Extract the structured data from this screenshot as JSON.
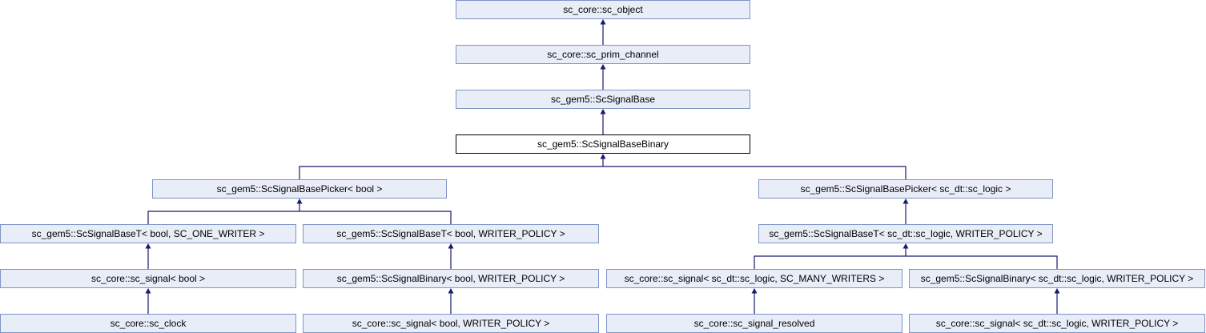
{
  "diagram": {
    "kind": "class-inheritance-graph",
    "current_class": "sc_gem5::ScSignalBaseBinary",
    "colors": {
      "node_fill": "#E8EDF7",
      "node_border": "#7E95C5",
      "current_node_fill": "#FFFFFF",
      "current_node_border": "#000000",
      "edge": "#191970",
      "text": "#000000",
      "background": "#FFFFFF"
    },
    "nodes": [
      {
        "label": "sc_core::sc_object"
      },
      {
        "label": "sc_core::sc_prim_channel"
      },
      {
        "label": "sc_gem5::ScSignalBase"
      },
      {
        "label": "sc_gem5::ScSignalBaseBinary",
        "current": true
      },
      {
        "label": "sc_gem5::ScSignalBasePicker< bool >"
      },
      {
        "label": "sc_gem5::ScSignalBasePicker< sc_dt::sc_logic >"
      },
      {
        "label": "sc_gem5::ScSignalBaseT< bool, SC_ONE_WRITER >"
      },
      {
        "label": "sc_gem5::ScSignalBaseT< bool, WRITER_POLICY >"
      },
      {
        "label": "sc_gem5::ScSignalBaseT< sc_dt::sc_logic, WRITER_POLICY >"
      },
      {
        "label": "sc_core::sc_signal< bool >"
      },
      {
        "label": "sc_gem5::ScSignalBinary< bool, WRITER_POLICY >"
      },
      {
        "label": "sc_core::sc_signal< sc_dt::sc_logic, SC_MANY_WRITERS >"
      },
      {
        "label": "sc_gem5::ScSignalBinary< sc_dt::sc_logic, WRITER_POLICY >"
      },
      {
        "label": "sc_core::sc_clock"
      },
      {
        "label": "sc_core::sc_signal< bool, WRITER_POLICY >"
      },
      {
        "label": "sc_core::sc_signal_resolved"
      },
      {
        "label": "sc_core::sc_signal< sc_dt::sc_logic, WRITER_POLICY >"
      }
    ],
    "edges": [
      {
        "child": "sc_core::sc_prim_channel",
        "parent": "sc_core::sc_object"
      },
      {
        "child": "sc_gem5::ScSignalBase",
        "parent": "sc_core::sc_prim_channel"
      },
      {
        "child": "sc_gem5::ScSignalBaseBinary",
        "parent": "sc_gem5::ScSignalBase"
      },
      {
        "child": "sc_gem5::ScSignalBasePicker< bool >",
        "parent": "sc_gem5::ScSignalBaseBinary"
      },
      {
        "child": "sc_gem5::ScSignalBasePicker< sc_dt::sc_logic >",
        "parent": "sc_gem5::ScSignalBaseBinary"
      },
      {
        "child": "sc_gem5::ScSignalBaseT< bool, SC_ONE_WRITER >",
        "parent": "sc_gem5::ScSignalBasePicker< bool >"
      },
      {
        "child": "sc_gem5::ScSignalBaseT< bool, WRITER_POLICY >",
        "parent": "sc_gem5::ScSignalBasePicker< bool >"
      },
      {
        "child": "sc_gem5::ScSignalBaseT< sc_dt::sc_logic, WRITER_POLICY >",
        "parent": "sc_gem5::ScSignalBasePicker< sc_dt::sc_logic >"
      },
      {
        "child": "sc_core::sc_signal< bool >",
        "parent": "sc_gem5::ScSignalBaseT< bool, SC_ONE_WRITER >"
      },
      {
        "child": "sc_gem5::ScSignalBinary< bool, WRITER_POLICY >",
        "parent": "sc_gem5::ScSignalBaseT< bool, WRITER_POLICY >"
      },
      {
        "child": "sc_core::sc_signal< sc_dt::sc_logic, SC_MANY_WRITERS >",
        "parent": "sc_gem5::ScSignalBaseT< sc_dt::sc_logic, WRITER_POLICY >"
      },
      {
        "child": "sc_gem5::ScSignalBinary< sc_dt::sc_logic, WRITER_POLICY >",
        "parent": "sc_gem5::ScSignalBaseT< sc_dt::sc_logic, WRITER_POLICY >"
      },
      {
        "child": "sc_core::sc_clock",
        "parent": "sc_core::sc_signal< bool >"
      },
      {
        "child": "sc_core::sc_signal< bool, WRITER_POLICY >",
        "parent": "sc_gem5::ScSignalBinary< bool, WRITER_POLICY >"
      },
      {
        "child": "sc_core::sc_signal_resolved",
        "parent": "sc_core::sc_signal< sc_dt::sc_logic, SC_MANY_WRITERS >"
      },
      {
        "child": "sc_core::sc_signal< sc_dt::sc_logic, WRITER_POLICY >",
        "parent": "sc_gem5::ScSignalBinary< sc_dt::sc_logic, WRITER_POLICY >"
      }
    ]
  }
}
